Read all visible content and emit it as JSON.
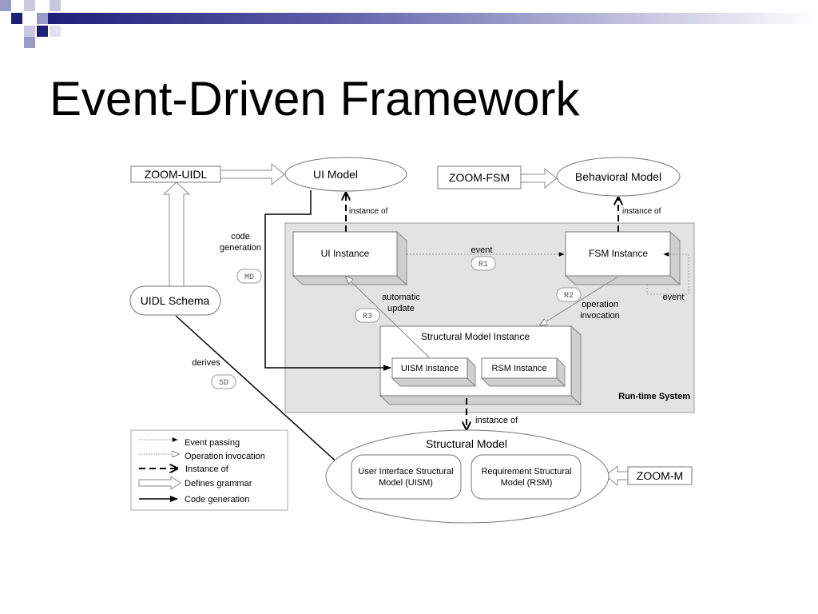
{
  "title": "Event-Driven Framework",
  "nodes": {
    "zoom_uidl": "ZOOM-UIDL",
    "ui_model": "UI Model",
    "zoom_fsm": "ZOOM-FSM",
    "behavioral_model": "Behavioral Model",
    "ui_instance": "UI Instance",
    "fsm_instance": "FSM Instance",
    "uidl_schema": "UIDL Schema",
    "structural_model_instance": "Structural Model Instance",
    "uism_instance": "UISM Instance",
    "rsm_instance": "RSM Instance",
    "runtime_system": "Run-time System",
    "structural_model": "Structural Model",
    "uism_line1": "User Interface Structural",
    "uism_line2": "Model  (UISM)",
    "rsm_line1": "Requirement Structural",
    "rsm_line2": "Model  (RSM)",
    "zoom_m": "ZOOM-M"
  },
  "labels": {
    "instance_of_ui": "instance of",
    "instance_of_fsm": "instance of",
    "instance_of_sm": "instance of",
    "code_generation_1": "code",
    "code_generation_2": "generation",
    "event_top": "event",
    "event_side": "event",
    "automatic_update_1": "automatic",
    "automatic_update_2": "update",
    "operation_invocation_1": "operation",
    "operation_invocation_2": "invocation",
    "derives": "derives"
  },
  "tags": {
    "md": "MD",
    "r1": "R1",
    "r2": "R2",
    "r3": "R3",
    "sd": "SD"
  },
  "legend": {
    "event_passing": "Event passing",
    "operation_invocation": "Operation invocation",
    "instance_of": "Instance of",
    "defines_grammar": "Defines grammar",
    "code_generation": "Code generation"
  },
  "colors": {
    "band_dark": "#1f1f7a",
    "band_mid": "#7d7db8",
    "runtime_bg": "#e3e3e3",
    "shadow": "#cfcfcf"
  }
}
